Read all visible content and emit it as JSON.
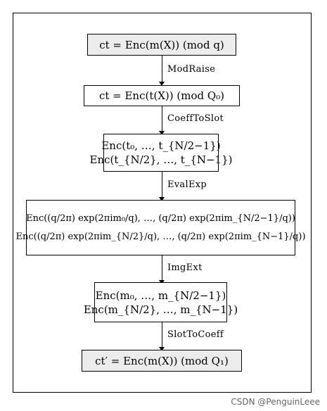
{
  "steps": {
    "s1": "ModRaise",
    "s2": "CoeffToSlot",
    "s3": "EvalExp",
    "s4": "ImgExt",
    "s5": "SlotToCoeff"
  },
  "boxes": {
    "b1": [
      "ct = Enc(m(X))  (mod q)"
    ],
    "b2": [
      "ct = Enc(t(X))  (mod Q₀)"
    ],
    "b3": [
      "Enc(t₀, …, t_{N/2−1})",
      "Enc(t_{N/2}, …, t_{N−1})"
    ],
    "b4": [
      "Enc((q/2π) exp(2πim₀/q), …, (q/2π) exp(2πim_{N/2−1}/q))",
      "Enc((q/2π) exp(2πim_{N/2}/q), …, (q/2π) exp(2πim_{N−1}/q))"
    ],
    "b5": [
      "Enc(m₀, …, m_{N/2−1})",
      "Enc(m_{N/2}, …, m_{N−1})"
    ],
    "b6": [
      "ct′ = Enc(m(X))  (mod Q₁)"
    ]
  },
  "watermark": "CSDN @PenguinLeee"
}
